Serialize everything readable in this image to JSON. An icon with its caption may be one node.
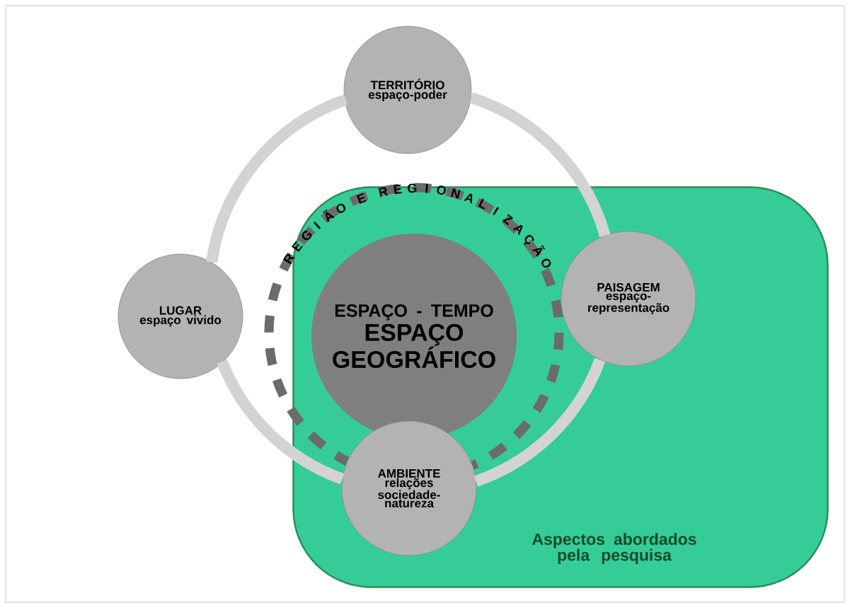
{
  "diagram": {
    "nodes": [
      {
        "text": [
          "TERRITÓRIO",
          "espaço-poder"
        ]
      },
      {
        "text": [
          "LUGAR",
          "espaço vivido"
        ]
      },
      {
        "text": [
          "Aspectos abordados pela pesquisa"
        ]
      },
      {
        "text": [
          "ESPAÇO - TEMPO",
          "ESPAÇO GEOGRÁFICO"
        ],
        "in": 2
      },
      {
        "text": [
          "PAISAGEM",
          "espaço-representação"
        ],
        "in": 2
      },
      {
        "text": [
          "AMBIENTE",
          "relações sociedade-natureza"
        ],
        "in": 2
      }
    ],
    "edges": [
      {
        "from": 0,
        "to": 4,
        "arrow": "none"
      },
      {
        "from": 4,
        "to": 5,
        "arrow": "none"
      },
      {
        "from": 5,
        "to": 1,
        "arrow": "none"
      },
      {
        "from": 1,
        "to": 0,
        "arrow": "none"
      }
    ],
    "labels": [
      "REGIÃO E REGIONALIZAÇÃO"
    ]
  }
}
